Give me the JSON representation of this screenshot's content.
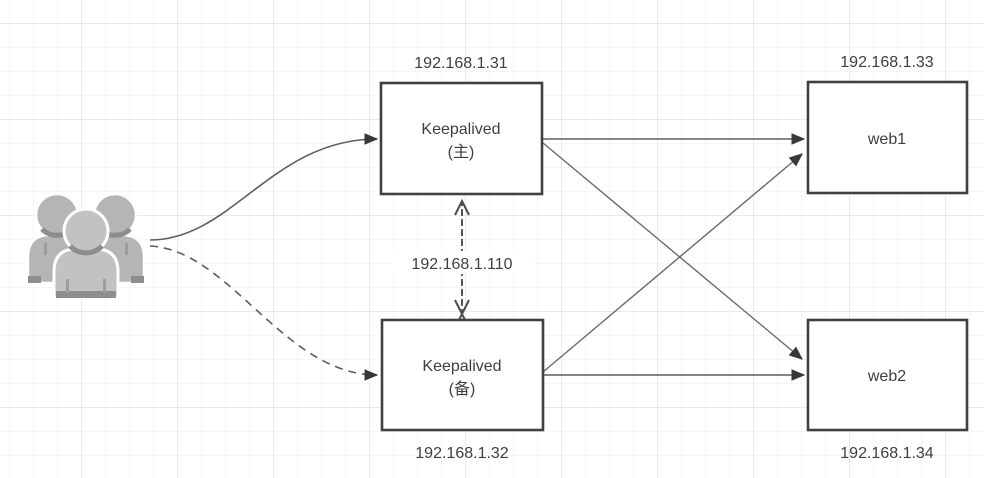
{
  "diagram": {
    "type": "network-topology",
    "client": {
      "icon": "users-group-icon",
      "description": "client users group"
    },
    "nodes": {
      "keepalived_master": {
        "line1": "Keepalived",
        "line2": "(主)",
        "ip": "192.168.1.31"
      },
      "keepalived_backup": {
        "line1": "Keepalived",
        "line2": "(备)",
        "ip": "192.168.1.32"
      },
      "web1": {
        "label": "web1",
        "ip": "192.168.1.33"
      },
      "web2": {
        "label": "web2",
        "ip": "192.168.1.34"
      }
    },
    "vip": {
      "label": "192.168.1.110"
    },
    "edges": [
      {
        "from": "client",
        "to": "keepalived_master",
        "style": "solid-curve-arrow"
      },
      {
        "from": "client",
        "to": "keepalived_backup",
        "style": "dashed-curve-arrow"
      },
      {
        "from": "keepalived_master",
        "to": "keepalived_backup",
        "style": "dashed-double-open-arrow",
        "label": "192.168.1.110"
      },
      {
        "from": "keepalived_master",
        "to": "web1",
        "style": "solid-arrow"
      },
      {
        "from": "keepalived_master",
        "to": "web2",
        "style": "solid-arrow"
      },
      {
        "from": "keepalived_backup",
        "to": "web1",
        "style": "solid-arrow"
      },
      {
        "from": "keepalived_backup",
        "to": "web2",
        "style": "solid-arrow"
      }
    ],
    "colors": {
      "node_border": "#404040",
      "node_fill": "#ffffff",
      "label_text": "#3d3f45",
      "vip_text": "#fb4242",
      "connector": "#5e5e5e",
      "arrowhead": "#383838",
      "icon_gray": "#b5b5b5",
      "icon_shadow": "#8d8d8d",
      "grid_minor": "#f3f3f5",
      "grid_major": "#e8e8ea"
    }
  }
}
